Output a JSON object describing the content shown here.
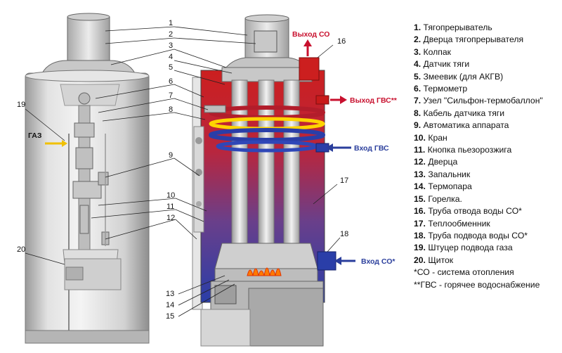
{
  "gas_label": "ГАЗ",
  "flows": {
    "out_co": "Выход СО",
    "out_gvs": "Выход ГВС**",
    "in_gvs": "Вход ГВС",
    "in_co": "Вход СО*"
  },
  "callouts": [
    "1",
    "2",
    "3",
    "4",
    "5",
    "6",
    "7",
    "8",
    "9",
    "10",
    "11",
    "12",
    "13",
    "14",
    "15",
    "16",
    "17",
    "18",
    "19",
    "20"
  ],
  "legend": [
    {
      "num": "1.",
      "text": " Тягопрерыватель"
    },
    {
      "num": "2.",
      "text": " Дверца тягопрерывателя"
    },
    {
      "num": "3.",
      "text": " Колпак"
    },
    {
      "num": "4.",
      "text": " Датчик тяги"
    },
    {
      "num": "5.",
      "text": " Змеевик (для АКГВ)"
    },
    {
      "num": "6.",
      "text": " Термометр"
    },
    {
      "num": "7.",
      "text": " Узел \"Сильфон-термобаллон\""
    },
    {
      "num": "8.",
      "text": " Кабель датчика тяги"
    },
    {
      "num": "9.",
      "text": " Автоматика аппарата"
    },
    {
      "num": "10.",
      "text": " Кран"
    },
    {
      "num": "11.",
      "text": " Кнопка пьезорозжига"
    },
    {
      "num": "12.",
      "text": " Дверца"
    },
    {
      "num": "13.",
      "text": " Запальник"
    },
    {
      "num": "14.",
      "text": " Термопара"
    },
    {
      "num": "15.",
      "text": " Горелка."
    },
    {
      "num": "16.",
      "text": " Труба отвода воды СО*"
    },
    {
      "num": "17.",
      "text": " Теплообменник"
    },
    {
      "num": "18.",
      "text": " Труба подвода воды СО*"
    },
    {
      "num": "19.",
      "text": " Штуцер подвода газа"
    },
    {
      "num": "20.",
      "text": " Щиток"
    }
  ],
  "notes": {
    "co": "*СО - система отопления",
    "gvs": "**ГВС - горячее водоснабжение"
  },
  "colors": {
    "hot_red": "#c8102e",
    "cold_blue": "#2a3e9c",
    "body_gray": "#d9d9d9"
  }
}
